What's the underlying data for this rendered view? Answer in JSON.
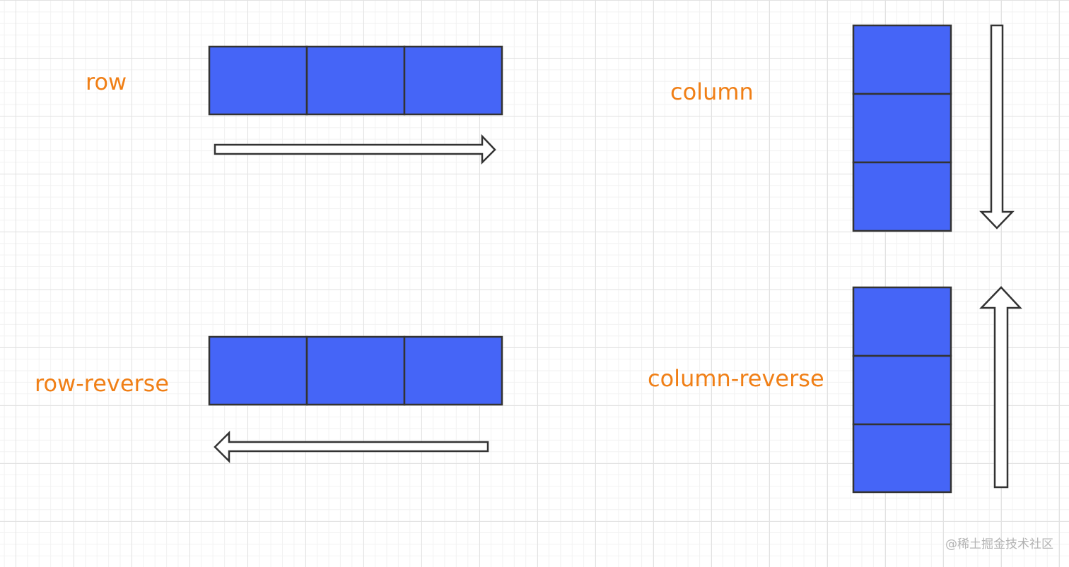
{
  "labels": {
    "row": "row",
    "column": "column",
    "row_reverse": "row-reverse",
    "column_reverse": "column-reverse"
  },
  "watermark": "@稀土掘金技术社区",
  "colors": {
    "box_fill": "#4565f7",
    "box_stroke": "#333333",
    "label_text": "#f07f16",
    "arrow_fill": "#ffffff",
    "arrow_stroke": "#333333"
  },
  "diagrams": [
    {
      "name": "row",
      "direction": "row",
      "box_count": 3,
      "arrow": "right"
    },
    {
      "name": "column",
      "direction": "column",
      "box_count": 3,
      "arrow": "down"
    },
    {
      "name": "row-reverse",
      "direction": "row-reverse",
      "box_count": 3,
      "arrow": "left"
    },
    {
      "name": "column-reverse",
      "direction": "column-reverse",
      "box_count": 3,
      "arrow": "up"
    }
  ]
}
